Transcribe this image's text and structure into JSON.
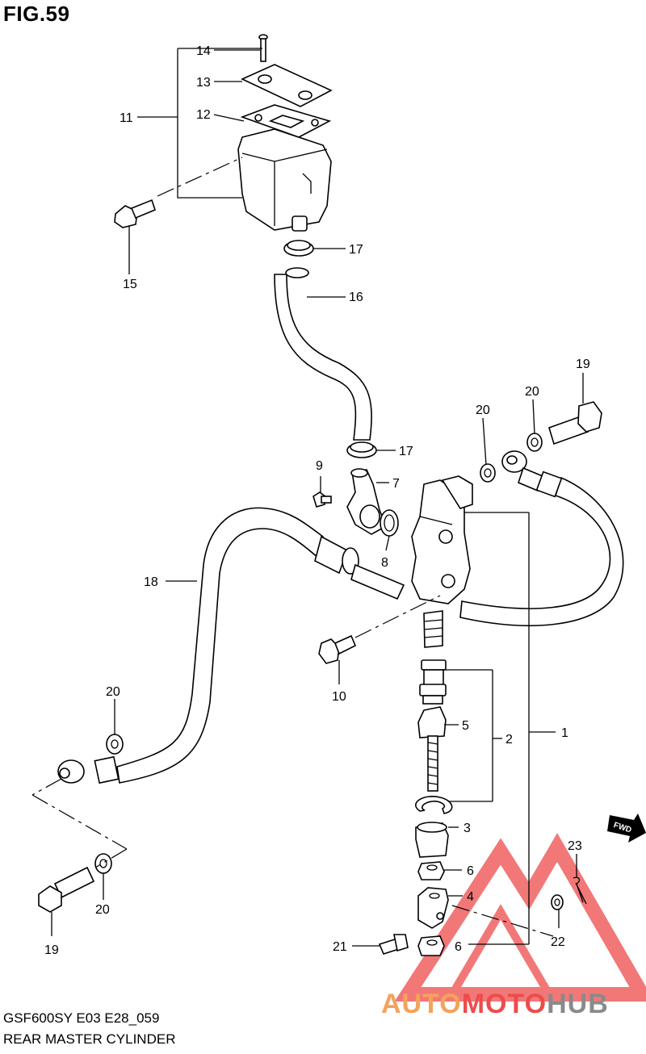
{
  "figure": {
    "title": "FIG.59",
    "code": "GSF600SY E03 E28_059",
    "name": "REAR MASTER CYLINDER"
  },
  "fwd_badge": "FWD",
  "watermark": {
    "part1": "AUTO",
    "part2": "MOTO",
    "part3": "HUB",
    "color_orange": "#f5a25a",
    "color_red": "#ee4b4b",
    "color_gray": "#8a8a8a"
  },
  "part_numbers": [
    "14",
    "13",
    "11",
    "12",
    "15",
    "17",
    "16",
    "19",
    "20",
    "20",
    "9",
    "17",
    "7",
    "8",
    "18",
    "10",
    "20",
    "5",
    "2",
    "1",
    "3",
    "6",
    "4",
    "23",
    "22",
    "21",
    "6",
    "19",
    "20"
  ]
}
